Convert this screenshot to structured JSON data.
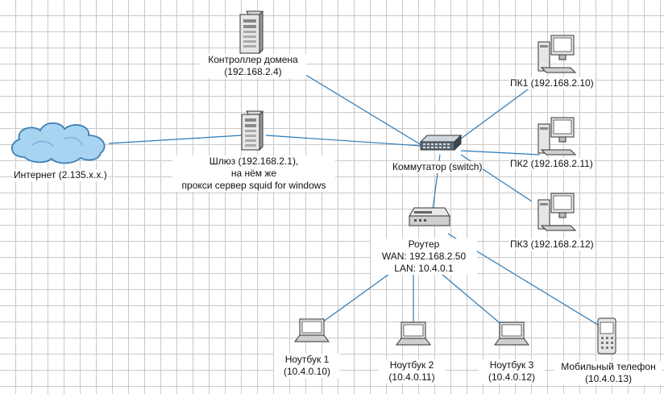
{
  "nodes": {
    "internet": {
      "label": "Интернет (2.135.x.x.)",
      "icon": "cloud-icon"
    },
    "dc": {
      "label": "Контроллер домена",
      "ip": "(192.168.2.4)",
      "icon": "server-icon"
    },
    "gateway": {
      "line1": "Шлюз (192.168.2.1),",
      "line2": "на нём же",
      "line3": "прокси сервер squid for windows",
      "icon": "server-icon"
    },
    "switch": {
      "label": "Коммутатор (switch)",
      "icon": "switch-icon"
    },
    "pc1": {
      "label": "ПК1 (192.168.2.10)",
      "icon": "desktop-pc-icon"
    },
    "pc2": {
      "label": "ПК2 (192.168.2.11)",
      "icon": "desktop-pc-icon"
    },
    "pc3": {
      "label": "ПК3 (192.168.2.12)",
      "icon": "desktop-pc-icon"
    },
    "router": {
      "line1": "Роутер",
      "line2": "WAN: 192.168.2.50",
      "line3": "LAN: 10.4.0.1",
      "icon": "router-icon"
    },
    "laptop1": {
      "label": "Ноутбук 1",
      "ip": "(10.4.0.10)",
      "icon": "laptop-icon"
    },
    "laptop2": {
      "label": "Ноутбук 2",
      "ip": "(10.4.0.11)",
      "icon": "laptop-icon"
    },
    "laptop3": {
      "label": "Ноутбук 3",
      "ip": "(10.4.0.12)",
      "icon": "laptop-icon"
    },
    "phone": {
      "label": "Мобильный телефон",
      "ip": "(10.4.0.13)",
      "icon": "mobile-phone-icon"
    }
  },
  "colors": {
    "link": "#2a7ab8",
    "cloud_fill": "#a8d4f2",
    "cloud_stroke": "#3d7fb5"
  }
}
